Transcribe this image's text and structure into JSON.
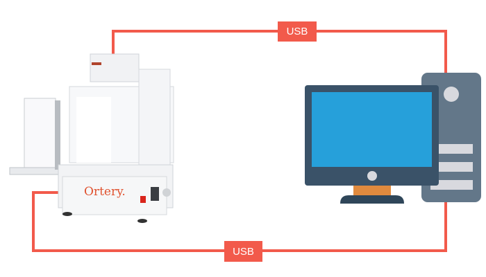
{
  "connections": [
    {
      "label": "USB"
    },
    {
      "label": "USB"
    }
  ],
  "device": {
    "name": "photo-booth",
    "brand": "Ortery."
  },
  "computer": {
    "name": "desktop-computer"
  },
  "colors": {
    "cable": "#f25a4b",
    "screen": "#26a0da",
    "frame": "#3a5268",
    "tower": "#637789",
    "stand": "#e08a3e",
    "slot": "#d8d9de"
  }
}
